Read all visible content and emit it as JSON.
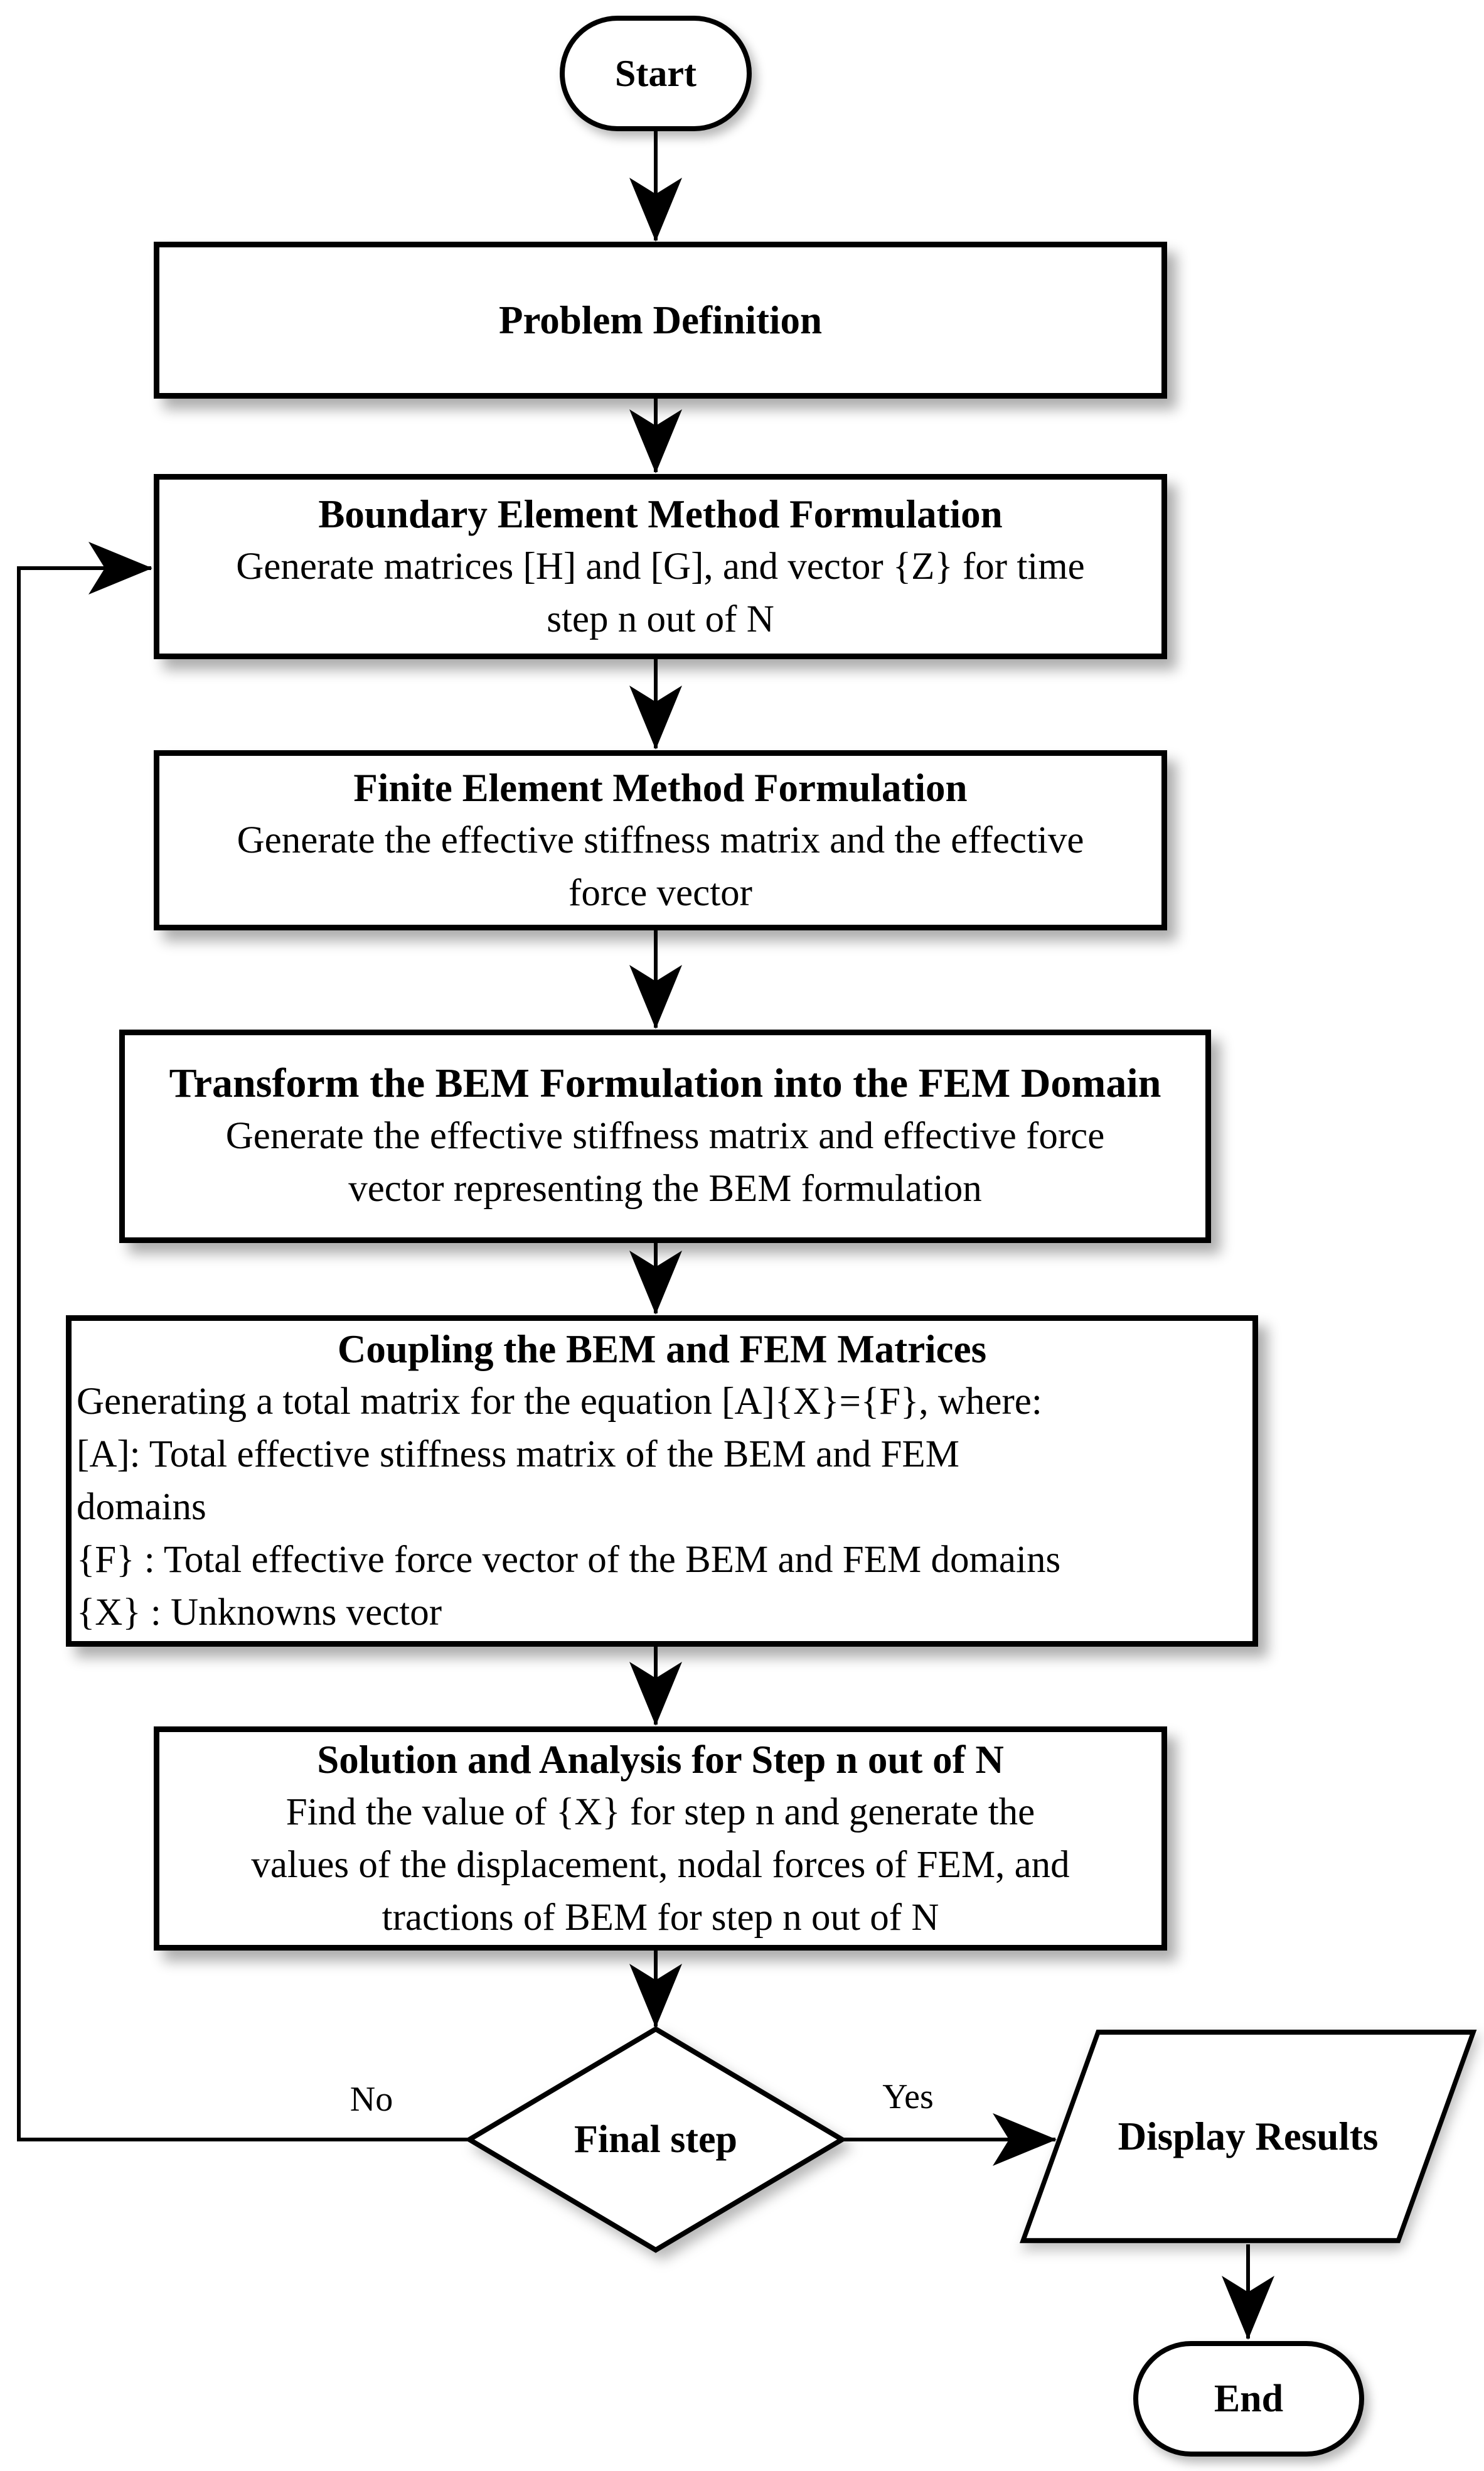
{
  "colors": {
    "stroke": "#000000",
    "fill": "#ffffff"
  },
  "nodes": {
    "start": {
      "type": "terminator",
      "label": "Start"
    },
    "problem": {
      "type": "process",
      "title": "Problem Definition"
    },
    "bem": {
      "type": "process",
      "title": "Boundary Element Method Formulation",
      "body": [
        "Generate matrices [H] and [G], and vector {Z} for time",
        "step n out of N"
      ]
    },
    "fem": {
      "type": "process",
      "title": "Finite Element Method Formulation",
      "body": [
        "Generate the effective stiffness matrix and the effective",
        "force vector"
      ]
    },
    "transform": {
      "type": "process",
      "title": "Transform the BEM Formulation into the FEM Domain",
      "body": [
        "Generate the effective stiffness matrix and effective force",
        "vector representing the BEM formulation"
      ]
    },
    "coupling": {
      "type": "process",
      "title": "Coupling the BEM and FEM Matrices",
      "body": [
        "Generating a total matrix for the equation [A]{X}={F}, where:",
        "[A]: Total effective stiffness matrix of the BEM and FEM",
        "domains",
        "{F} : Total effective force vector of the BEM and FEM domains",
        "{X} : Unknowns vector"
      ]
    },
    "solution": {
      "type": "process",
      "title": "Solution and Analysis for Step n out of N",
      "body": [
        "Find the value of {X} for step n and generate the",
        "values of the displacement, nodal forces of FEM, and",
        "tractions of BEM for step n out of N"
      ]
    },
    "decision": {
      "type": "decision",
      "label": "Final step"
    },
    "display": {
      "type": "input-output",
      "label": "Display Results"
    },
    "end": {
      "type": "terminator",
      "label": "End"
    }
  },
  "edges": {
    "no_label": "No",
    "yes_label": "Yes",
    "connections": [
      {
        "from": "start",
        "to": "problem",
        "label": ""
      },
      {
        "from": "problem",
        "to": "bem",
        "label": ""
      },
      {
        "from": "bem",
        "to": "fem",
        "label": ""
      },
      {
        "from": "fem",
        "to": "transform",
        "label": ""
      },
      {
        "from": "transform",
        "to": "coupling",
        "label": ""
      },
      {
        "from": "coupling",
        "to": "solution",
        "label": ""
      },
      {
        "from": "solution",
        "to": "decision",
        "label": ""
      },
      {
        "from": "decision",
        "to": "display",
        "label": "Yes"
      },
      {
        "from": "decision",
        "to": "bem",
        "label": "No"
      },
      {
        "from": "display",
        "to": "end",
        "label": ""
      }
    ]
  }
}
